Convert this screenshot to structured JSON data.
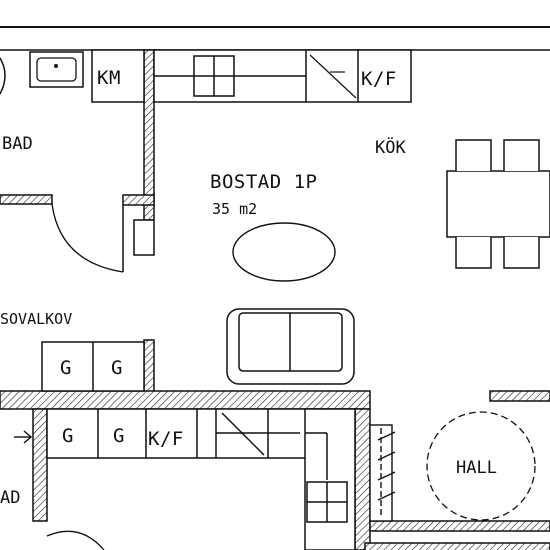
{
  "plan": {
    "rooms": {
      "bad_top": "BAD",
      "kok": "KÖK",
      "bostad": "BOSTAD 1P",
      "area": "35 m2",
      "sovalkov": "SOVALKOV",
      "hall": "HALL",
      "bad_bottom": "AD"
    },
    "fixtures": {
      "km": "KM",
      "kf_top": "K/F",
      "kf_bottom": "K/F",
      "g1": "G",
      "g2": "G",
      "g3": "G",
      "g4": "G"
    }
  }
}
